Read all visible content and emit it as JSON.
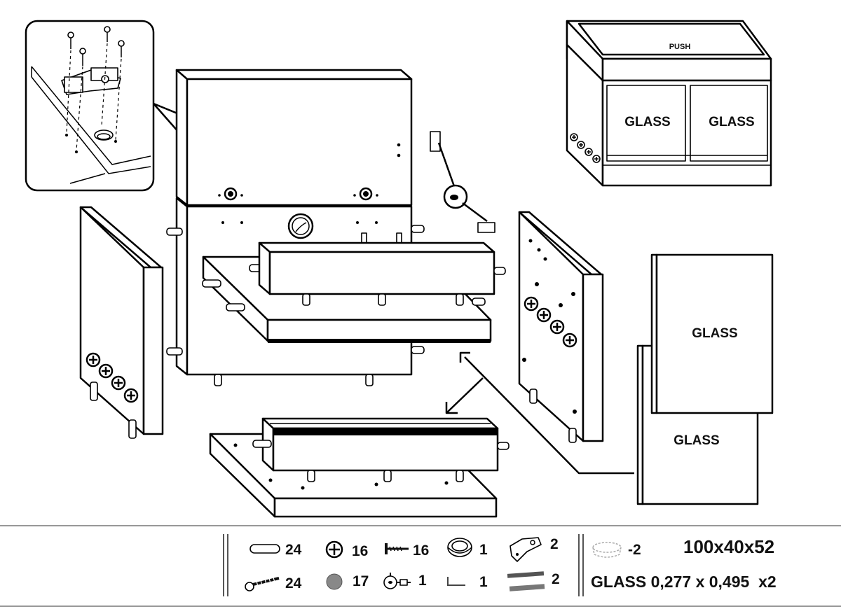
{
  "diagram": {
    "labels": {
      "push": "PUSH",
      "glass_door_left": "GLASS",
      "glass_door_right": "GLASS",
      "glass_panel_top": "GLASS",
      "glass_panel_bottom": "GLASS"
    },
    "parts_legend": [
      {
        "icon": "dowel-icon",
        "count": "24"
      },
      {
        "icon": "cam-lock-icon",
        "count": "16"
      },
      {
        "icon": "nail-icon",
        "count": "16"
      },
      {
        "icon": "cable-grommet-icon",
        "count": "1"
      },
      {
        "icon": "hinge-icon",
        "count": "2"
      },
      {
        "icon": "wood-screw-icon",
        "count": "24"
      },
      {
        "icon": "cover-cap-icon",
        "count": "17"
      },
      {
        "icon": "lid-stay-icon",
        "count": "1"
      },
      {
        "icon": "allen-key-icon",
        "count": "1"
      },
      {
        "icon": "rail-icon",
        "count": "2"
      }
    ],
    "feet": {
      "icon": "foot-pad-icon",
      "count": "-2"
    },
    "dimensions": "100x40x52",
    "glass_spec": "GLASS 0,277 x 0,495  x2"
  }
}
